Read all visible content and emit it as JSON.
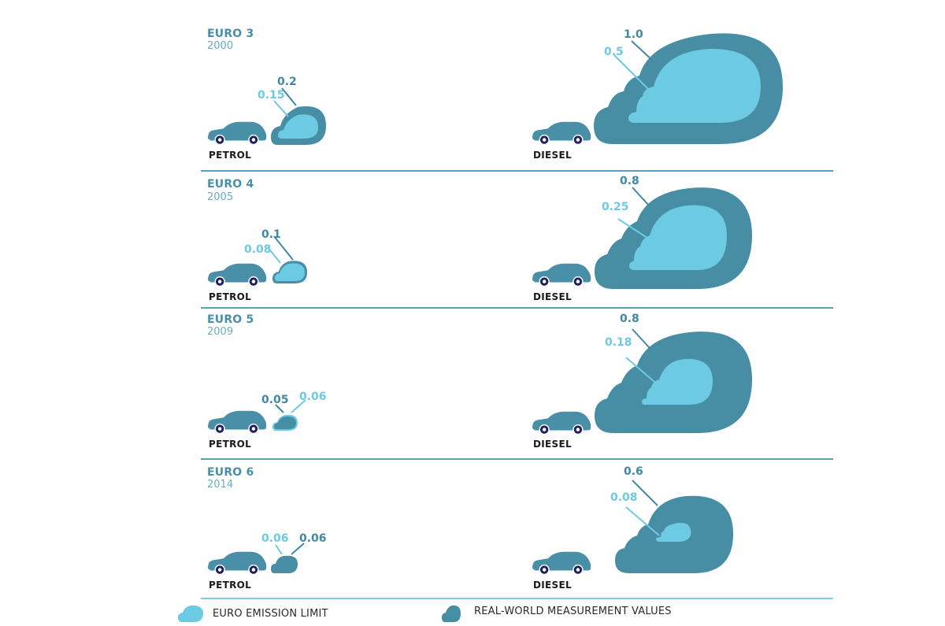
{
  "colors": {
    "real_world": "#478ea5",
    "euro_limit": "#6ccae3",
    "car": "#4a8fa8",
    "wheel": "#1c1f5e",
    "divider": "#5a9fb7",
    "title": "#4a8fa8"
  },
  "sections": [
    {
      "title": "EURO 3",
      "year": "2000",
      "petrol": {
        "label": "PETROL",
        "limit": "0.15",
        "real": "0.2"
      },
      "diesel": {
        "label": "DIESEL",
        "limit": "0.5",
        "real": "1.0"
      }
    },
    {
      "title": "EURO 4",
      "year": "2005",
      "petrol": {
        "label": "PETROL",
        "limit": "0.08",
        "real": "0.1"
      },
      "diesel": {
        "label": "DIESEL",
        "limit": "0.25",
        "real": "0.8"
      }
    },
    {
      "title": "EURO 5",
      "year": "2009",
      "petrol": {
        "label": "PETROL",
        "limit": "0.06",
        "real": "0.05"
      },
      "diesel": {
        "label": "DIESEL",
        "limit": "0.18",
        "real": "0.8"
      }
    },
    {
      "title": "EURO 6",
      "year": "2014",
      "petrol": {
        "label": "PETROL",
        "limit": "0.06",
        "real": "0.06"
      },
      "diesel": {
        "label": "DIESEL",
        "limit": "0.08",
        "real": "0.6"
      }
    }
  ],
  "legend": {
    "limit_label": "EURO EMISSION LIMIT",
    "real_label": "REAL-WORLD MEASUREMENT VALUES"
  },
  "chart_data": {
    "type": "bar",
    "title": "",
    "categories": [
      "EURO 3 (2000)",
      "EURO 4 (2005)",
      "EURO 5 (2009)",
      "EURO 6 (2014)"
    ],
    "series": [
      {
        "name": "Petrol - Euro emission limit",
        "values": [
          0.15,
          0.08,
          0.06,
          0.06
        ]
      },
      {
        "name": "Petrol - Real-world measurement values",
        "values": [
          0.2,
          0.1,
          0.05,
          0.06
        ]
      },
      {
        "name": "Diesel - Euro emission limit",
        "values": [
          0.5,
          0.25,
          0.18,
          0.08
        ]
      },
      {
        "name": "Diesel - Real-world measurement values",
        "values": [
          1.0,
          0.8,
          0.8,
          0.6
        ]
      }
    ],
    "legend": [
      "EURO EMISSION LIMIT",
      "REAL-WORLD MEASUREMENT VALUES"
    ],
    "legend_position": "bottom",
    "xlabel": "",
    "ylabel": "",
    "grid": false,
    "note": "Values are depicted as nested cloud sizes next to petrol and diesel car icons"
  }
}
